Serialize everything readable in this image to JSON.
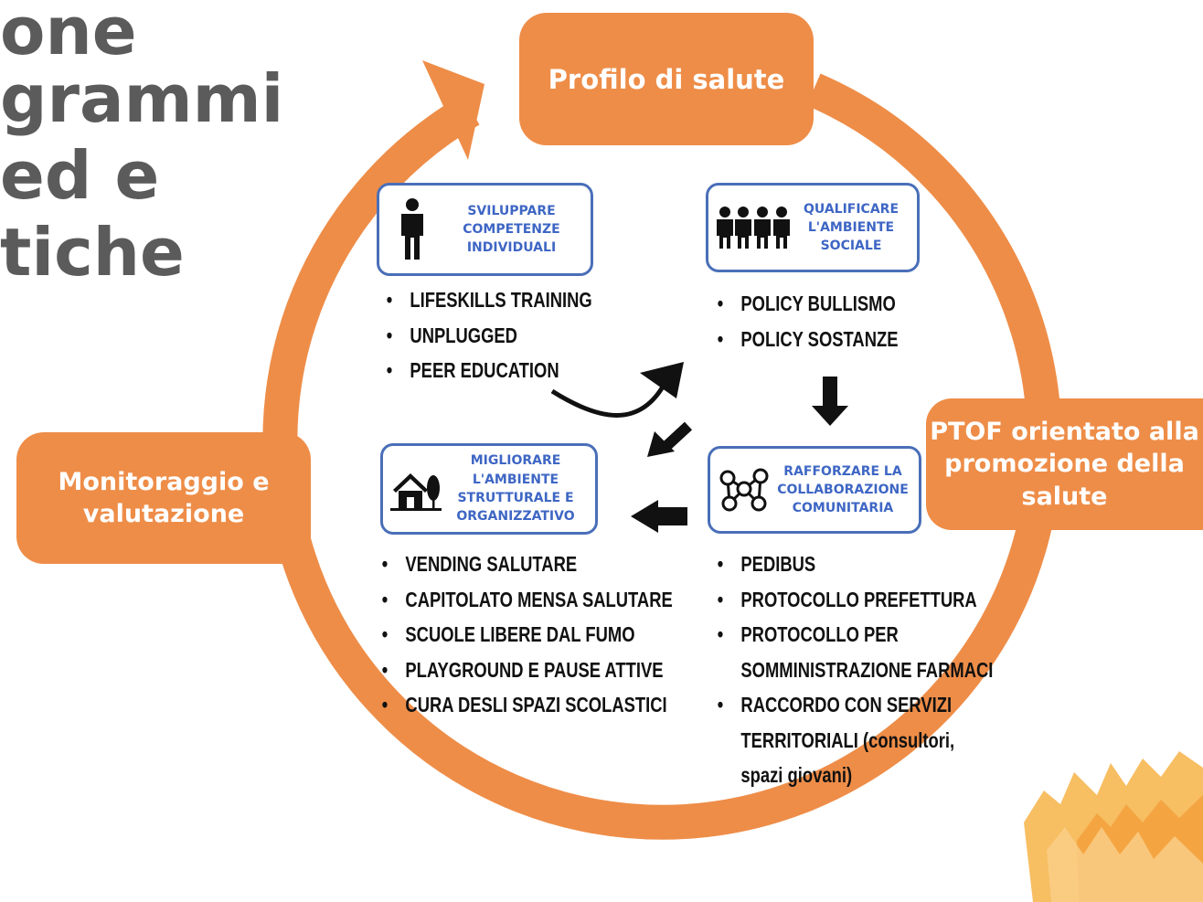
{
  "title_lines": [
    "one",
    "grammi",
    "ed e",
    "tiche"
  ],
  "stages": {
    "top": "Profilo di salute",
    "right": [
      "PTOF orientato alla",
      "promozione della",
      "salute"
    ],
    "left": [
      "Monitoraggio e",
      "valutazione"
    ]
  },
  "categories": {
    "individual": {
      "label": [
        "SVILUPPARE",
        "COMPETENZE",
        "INDIVIDUALI"
      ],
      "icon": "person-icon",
      "items": [
        "LIFESKILLS TRAINING",
        "UNPLUGGED",
        "PEER EDUCATION"
      ]
    },
    "social": {
      "label": [
        "QUALIFICARE",
        "L'AMBIENTE",
        "SOCIALE"
      ],
      "icon": "group-icon",
      "items": [
        "POLICY BULLISMO",
        "POLICY SOSTANZE"
      ]
    },
    "structural": {
      "label": [
        "MIGLIORARE",
        "L'AMBIENTE",
        "STRUTTURALE E",
        "ORGANIZZATIVO"
      ],
      "icon": "house-icon",
      "items": [
        "VENDING SALUTARE",
        "CAPITOLATO MENSA SALUTARE",
        "SCUOLE LIBERE DAL FUMO",
        "PLAYGROUND E PAUSE ATTIVE",
        "CURA DESLI SPAZI SCOLASTICI"
      ]
    },
    "community": {
      "label": [
        "RAFFORZARE LA",
        "COLLABORAZIONE",
        "COMUNITARIA"
      ],
      "icon": "network-icon",
      "items": [
        "PEDIBUS",
        "PROTOCOLLO PREFETTURA",
        "PROTOCOLLO PER",
        "SOMMINISTRAZIONE FARMACI",
        "RACCORDO CON SERVIZI",
        "TERRITORIALI (consultori,",
        "spazi giovani)"
      ]
    }
  },
  "colors": {
    "cycle": "#ee8d48",
    "box_border": "#4a6fb8",
    "box_text": "#3e66c4",
    "title": "#5b5b5b",
    "arrows": "#111111"
  }
}
